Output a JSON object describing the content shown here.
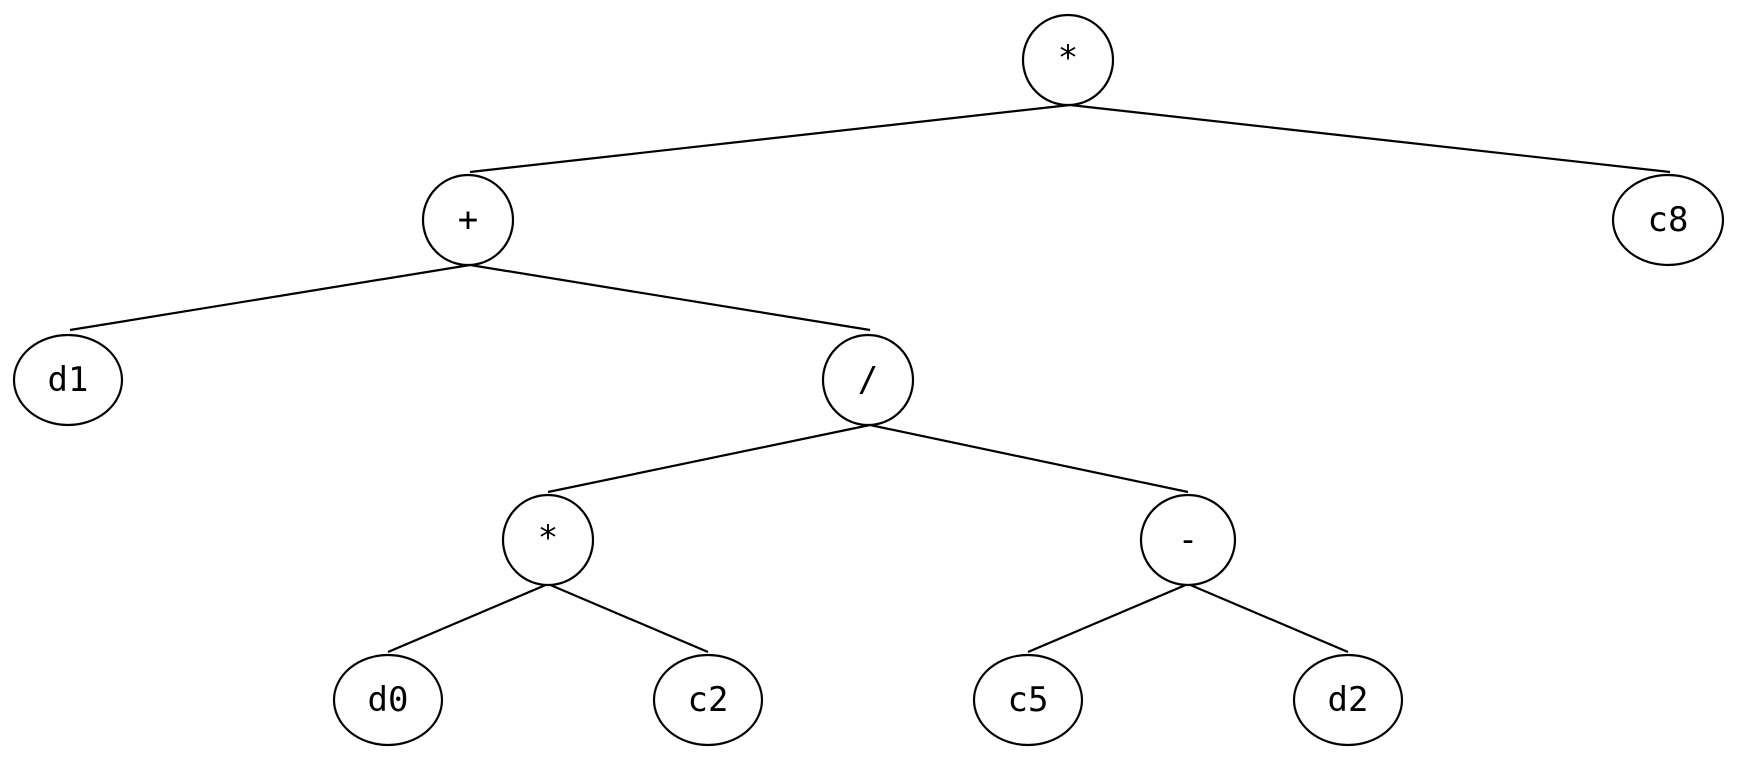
{
  "tree": {
    "line_color": "#000000",
    "background": "#ffffff",
    "nodes": [
      {
        "id": "root",
        "label": "*",
        "children": [
          "plus",
          "c8"
        ]
      },
      {
        "id": "plus",
        "label": "+",
        "children": [
          "d1",
          "div"
        ]
      },
      {
        "id": "c8",
        "label": "c8",
        "children": []
      },
      {
        "id": "d1",
        "label": "d1",
        "children": []
      },
      {
        "id": "div",
        "label": "/",
        "children": [
          "mul",
          "minus"
        ]
      },
      {
        "id": "mul",
        "label": "*",
        "children": [
          "d0",
          "c2"
        ]
      },
      {
        "id": "minus",
        "label": "-",
        "children": [
          "c5",
          "d2"
        ]
      },
      {
        "id": "d0",
        "label": "d0",
        "children": []
      },
      {
        "id": "c2",
        "label": "c2",
        "children": []
      },
      {
        "id": "c5",
        "label": "c5",
        "children": []
      },
      {
        "id": "d2",
        "label": "d2",
        "children": []
      }
    ]
  }
}
